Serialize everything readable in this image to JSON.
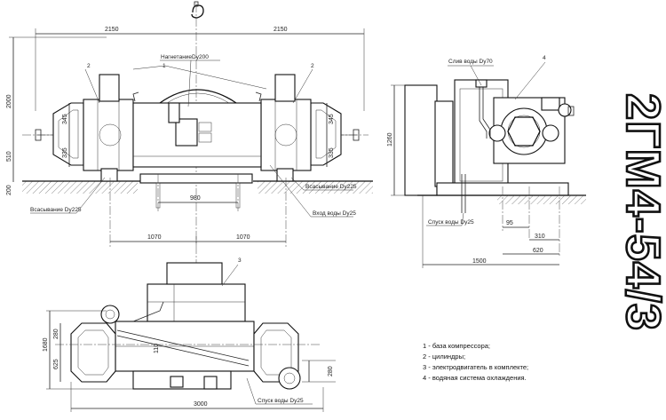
{
  "title": "2ГМ4-54/3",
  "top_view": {
    "dims": {
      "width_left": "2150",
      "width_right": "2150",
      "height_total": "2000",
      "d345_left": "345",
      "d335_left": "335",
      "d345_right": "345",
      "d335_right": "335",
      "d510": "510",
      "d200": "200",
      "d980": "980",
      "d1070_left": "1070",
      "d1070_right": "1070"
    },
    "labels": {
      "fill_pipe": "НагнетаниеDy200",
      "suction_left": "Всасывание Dy225",
      "suction_right": "Всасывание Dy225",
      "water_in": "Вход воды Dy25"
    },
    "callouts": {
      "c1": "1",
      "c2a": "2",
      "c2b": "2"
    }
  },
  "side_view": {
    "dims": {
      "height": "1260",
      "d95": "95",
      "d310": "310",
      "d620": "620",
      "d1500": "1500"
    },
    "labels": {
      "drain_top": "Слив воды Dy70",
      "drain_bottom": "Спуск воды Dy25"
    },
    "callouts": {
      "c4": "4"
    }
  },
  "plan_view": {
    "dims": {
      "d1680": "1680",
      "d280": "280",
      "d625": "625",
      "d110": "110",
      "d280_right": "280",
      "d3000": "3000"
    },
    "labels": {
      "drain": "Спуск воды Dy25"
    },
    "callouts": {
      "c3": "3"
    }
  },
  "legend": [
    "1 - база компрессора;",
    "2 - цилиндры;",
    "3 - электродвигатель в комплекте;",
    "4 - водяная система охлаждения."
  ]
}
